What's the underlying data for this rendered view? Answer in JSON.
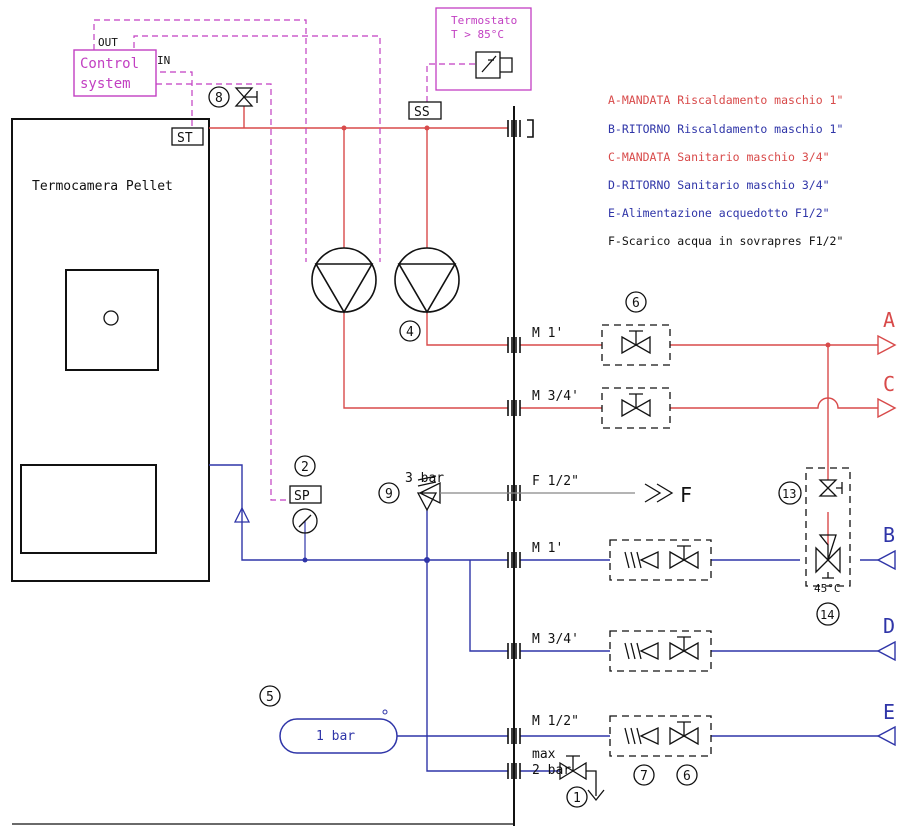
{
  "colors": {
    "red": "#d84a4a",
    "blue": "#2f35a8",
    "magenta": "#c23fc2",
    "black": "#111111",
    "grey": "#555555"
  },
  "boiler": {
    "label": "Termocamera Pellet"
  },
  "sensors": {
    "st": "ST",
    "ss": "SS",
    "sp": "SP"
  },
  "control": {
    "line1": "Control",
    "line2": "system",
    "out": "OUT",
    "in": "IN"
  },
  "thermostat": {
    "line1": "Termostato",
    "line2": "T > 85°C"
  },
  "legend": [
    {
      "text": "A-MANDATA Riscaldamento maschio 1\"",
      "color": "#d84a4a"
    },
    {
      "text": "B-RITORNO Riscaldamento maschio 1\"",
      "color": "#2f35a8"
    },
    {
      "text": "C-MANDATA Sanitario maschio 3/4\"",
      "color": "#d84a4a"
    },
    {
      "text": "D-RITORNO Sanitario maschio 3/4\"",
      "color": "#2f35a8"
    },
    {
      "text": "E-Alimentazione acquedotto F1/2\"",
      "color": "#2f35a8"
    },
    {
      "text": "F-Scarico acqua in sovrapres F1/2\"",
      "color": "#111111"
    }
  ],
  "connections": {
    "m1_a": "M 1'",
    "m34_c": "M 3/4'",
    "f12": "F 1/2\"",
    "m1_b": "M 1'",
    "m34_d": "M 3/4'",
    "m12_e": "M 1/2\""
  },
  "ports": {
    "a": "A",
    "b": "B",
    "c": "C",
    "d": "D",
    "e": "E",
    "f": "F"
  },
  "numbers": {
    "n1": "1",
    "n2": "2",
    "n4": "4",
    "n5": "5",
    "n6a": "6",
    "n6b": "6",
    "n7": "7",
    "n8": "8",
    "n9": "9",
    "n13": "13",
    "n14": "14"
  },
  "values": {
    "relief": "3 bar",
    "tank": "1 bar",
    "max": "max",
    "max_bar": "2 bar",
    "mixer": "45°C"
  }
}
